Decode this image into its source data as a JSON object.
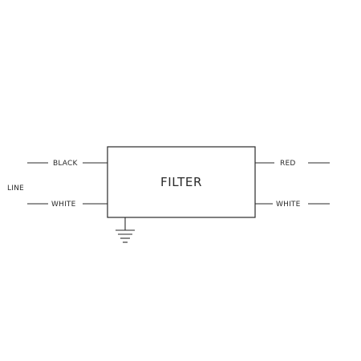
{
  "diagram": {
    "box_label": "FILTER",
    "line_label": "LINE",
    "inputs": {
      "top_label": "BLACK",
      "bottom_label": "WHITE"
    },
    "outputs": {
      "top_label": "RED",
      "bottom_label": "WHITE"
    },
    "ground_icon": "ground-icon"
  }
}
